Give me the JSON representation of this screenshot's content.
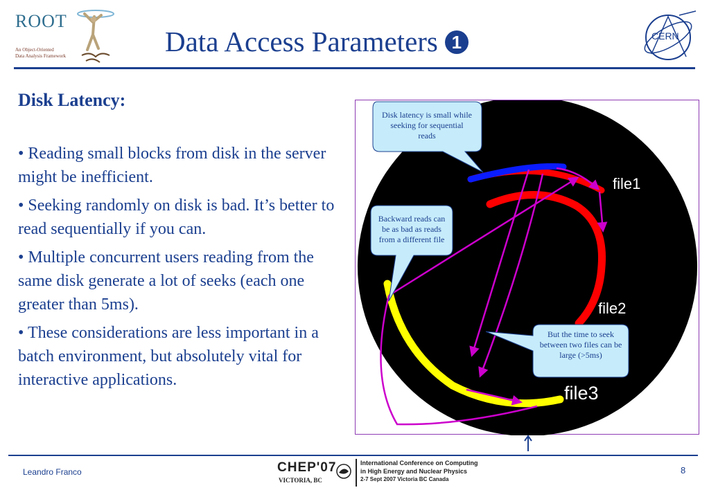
{
  "header": {
    "title": "Data Access Parameters",
    "title_number": "1",
    "root_logo_text": "ROOT",
    "root_tagline": [
      "An Object-Oriented",
      "Data Analysis Framework"
    ],
    "cern_logo_text": "CERN"
  },
  "content": {
    "subheading": "Disk Latency:",
    "bullets": [
      "• Reading small blocks from disk in the server might be inefficient.",
      "• Seeking randomly on disk is bad. It’s better to read sequentially if you can.",
      "• Multiple concurrent users reading from the same disk generate a lot of seeks (each one greater than 5ms).",
      "• These considerations are less important in a batch environment, but absolutely vital for interactive applications."
    ]
  },
  "diagram": {
    "callouts": [
      "Disk latency is small while seeking for sequential reads",
      "Backward reads can be as bad as reads from a different file",
      "But the time to seek between two files can be large (>5ms)"
    ],
    "files": [
      "file1",
      "file2",
      "file3"
    ],
    "colors": {
      "disk": "#000000",
      "file1": "#0a1cff",
      "file2": "#ff0000",
      "file3": "#ffff00",
      "seek_arrow": "#cc00cc",
      "callout_fill": "#c6ecfb",
      "callout_stroke": "#1b3f8f",
      "frame": "#8e3bb3"
    }
  },
  "footer": {
    "author": "Leandro Franco",
    "page_number": "8",
    "chep_logo_text": "CHEP'07",
    "chep_logo_sub": "VICTORIA, BC",
    "conference_lines": [
      "International Conference on Computing",
      "in High Energy and Nuclear Physics",
      "2-7 Sept 2007 Victoria BC Canada"
    ]
  }
}
